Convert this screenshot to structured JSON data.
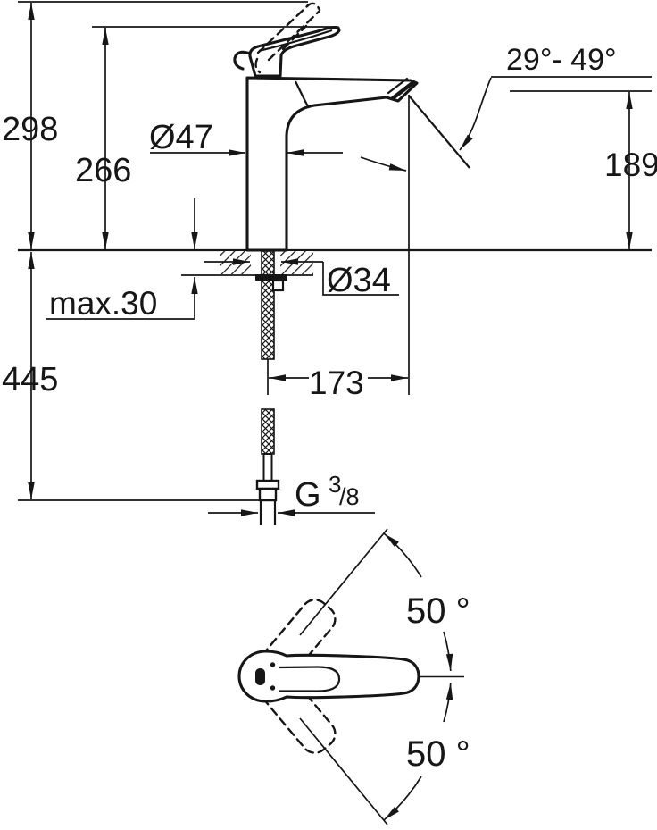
{
  "drawing": {
    "colors": {
      "ink": "#161616",
      "paper": "#ffffff"
    },
    "labels": {
      "height_overall": "298",
      "height_to_handle": "266",
      "spout_height": "189",
      "spout_angle_range": "29°- 49°",
      "base_diameter": "Ø47",
      "hole_diameter": "Ø34",
      "max_deck_thickness": "max.30",
      "hose_length": "445",
      "spout_reach": "173",
      "thread_letter": "G",
      "thread_numerator": "3",
      "thread_denominator": "/8",
      "swivel_angle_upper": "50 °",
      "swivel_angle_lower": "50 °"
    }
  }
}
